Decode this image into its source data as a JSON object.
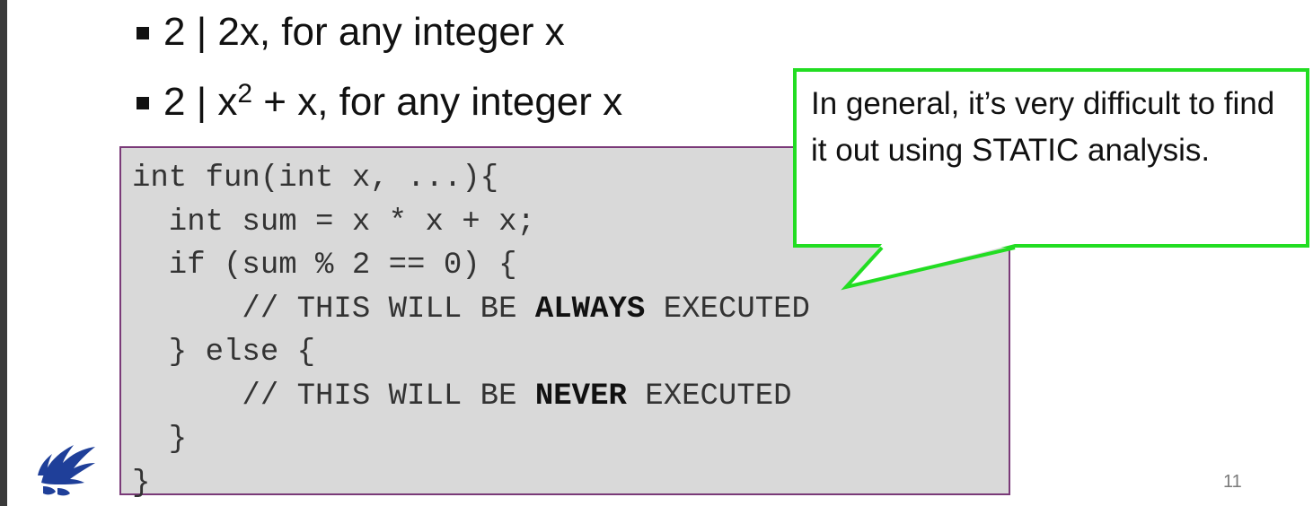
{
  "bullets": {
    "item1": "2 | 2x, for any integer x",
    "item2_before_sup": "2 | x",
    "item2_sup": "2",
    "item2_after_sup": " + x, for any integer x"
  },
  "code": {
    "line1": "int fun(int x, ...){",
    "line2": "  int sum = x * x + x;",
    "line3": "  if (sum % 2 == 0) {",
    "line4_prefix": "      // THIS WILL BE ",
    "line4_bold": "ALWAYS",
    "line4_suffix": " EXECUTED",
    "line5": "  } else {",
    "line6_prefix": "      // THIS WILL BE ",
    "line6_bold": "NEVER",
    "line6_suffix": " EXECUTED",
    "line7": "  }",
    "line8": "}"
  },
  "callout": {
    "text": "In general, it’s very difficult to find it out using STATIC analysis."
  },
  "page_number": "11",
  "colors": {
    "code_background": "#d9d9d9",
    "code_border": "#7a3a78",
    "callout_border": "#22dd22",
    "logo_blue": "#1f3f99"
  },
  "icons": {
    "logo": "griffin-logo-icon",
    "bullet": "square-bullet-icon"
  }
}
